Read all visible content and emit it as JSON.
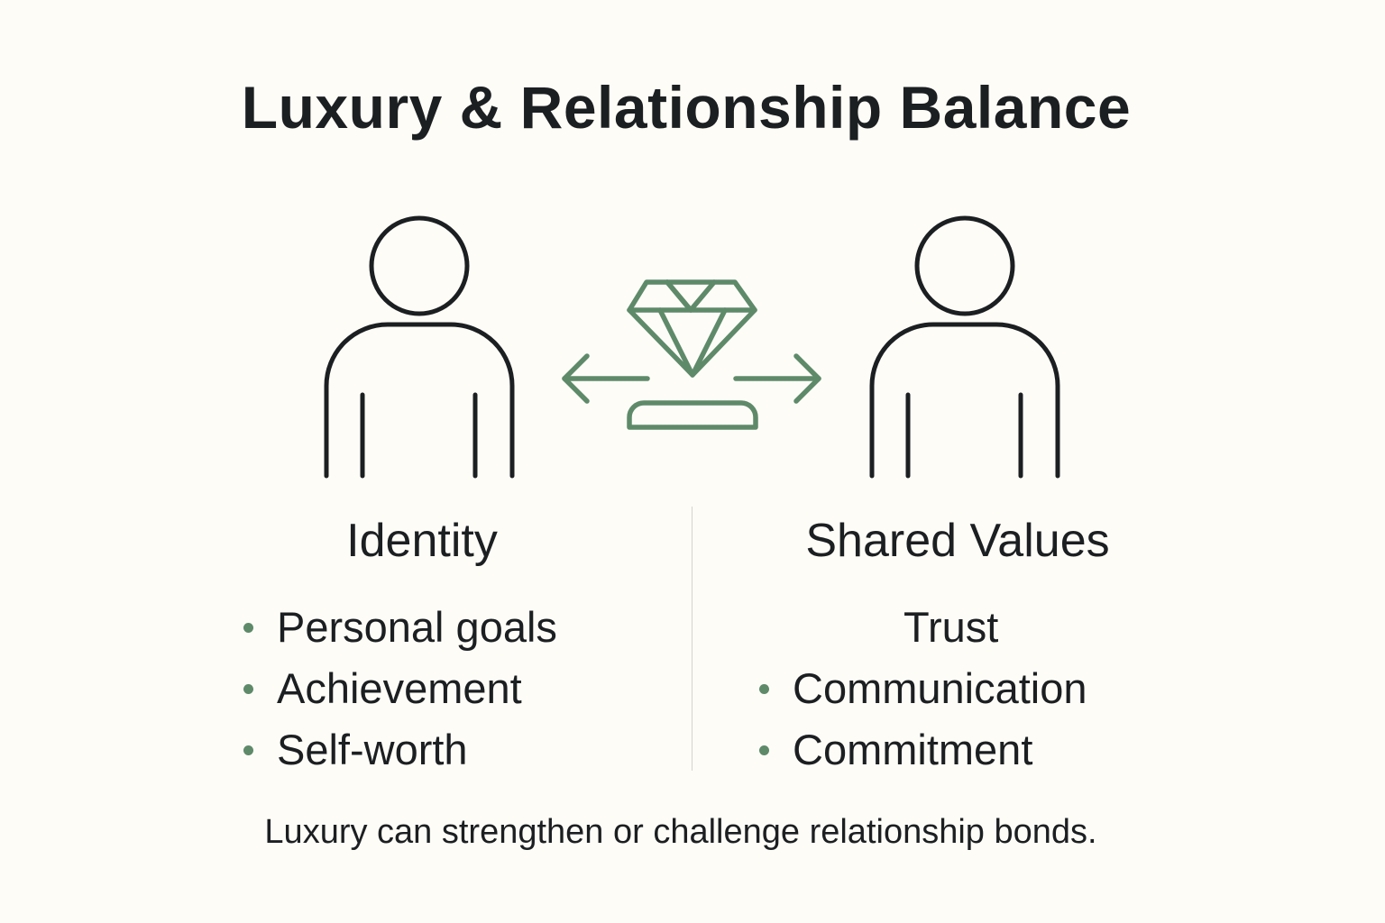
{
  "title": "Luxury & Relationship Balance",
  "colors": {
    "background": "#fdfcf7",
    "text": "#1c1f21",
    "accent": "#5e8a6a",
    "divider": "#d6d4cf"
  },
  "icons": {
    "left_person": "person-outline-icon",
    "right_person": "person-outline-icon",
    "center": "diamond-on-pedestal-icon",
    "left_arrow": "arrow-left-icon",
    "right_arrow": "arrow-right-icon"
  },
  "left_column": {
    "heading": "Identity",
    "items": [
      {
        "label": "Personal goals",
        "bullet": true
      },
      {
        "label": "Achievement",
        "bullet": true
      },
      {
        "label": "Self-worth",
        "bullet": true
      }
    ]
  },
  "right_column": {
    "heading": "Shared Values",
    "items": [
      {
        "label": "Trust",
        "bullet": false
      },
      {
        "label": "Communication",
        "bullet": true
      },
      {
        "label": "Commitment",
        "bullet": true
      }
    ]
  },
  "footer": "Luxury can strengthen or challenge relationship bonds."
}
